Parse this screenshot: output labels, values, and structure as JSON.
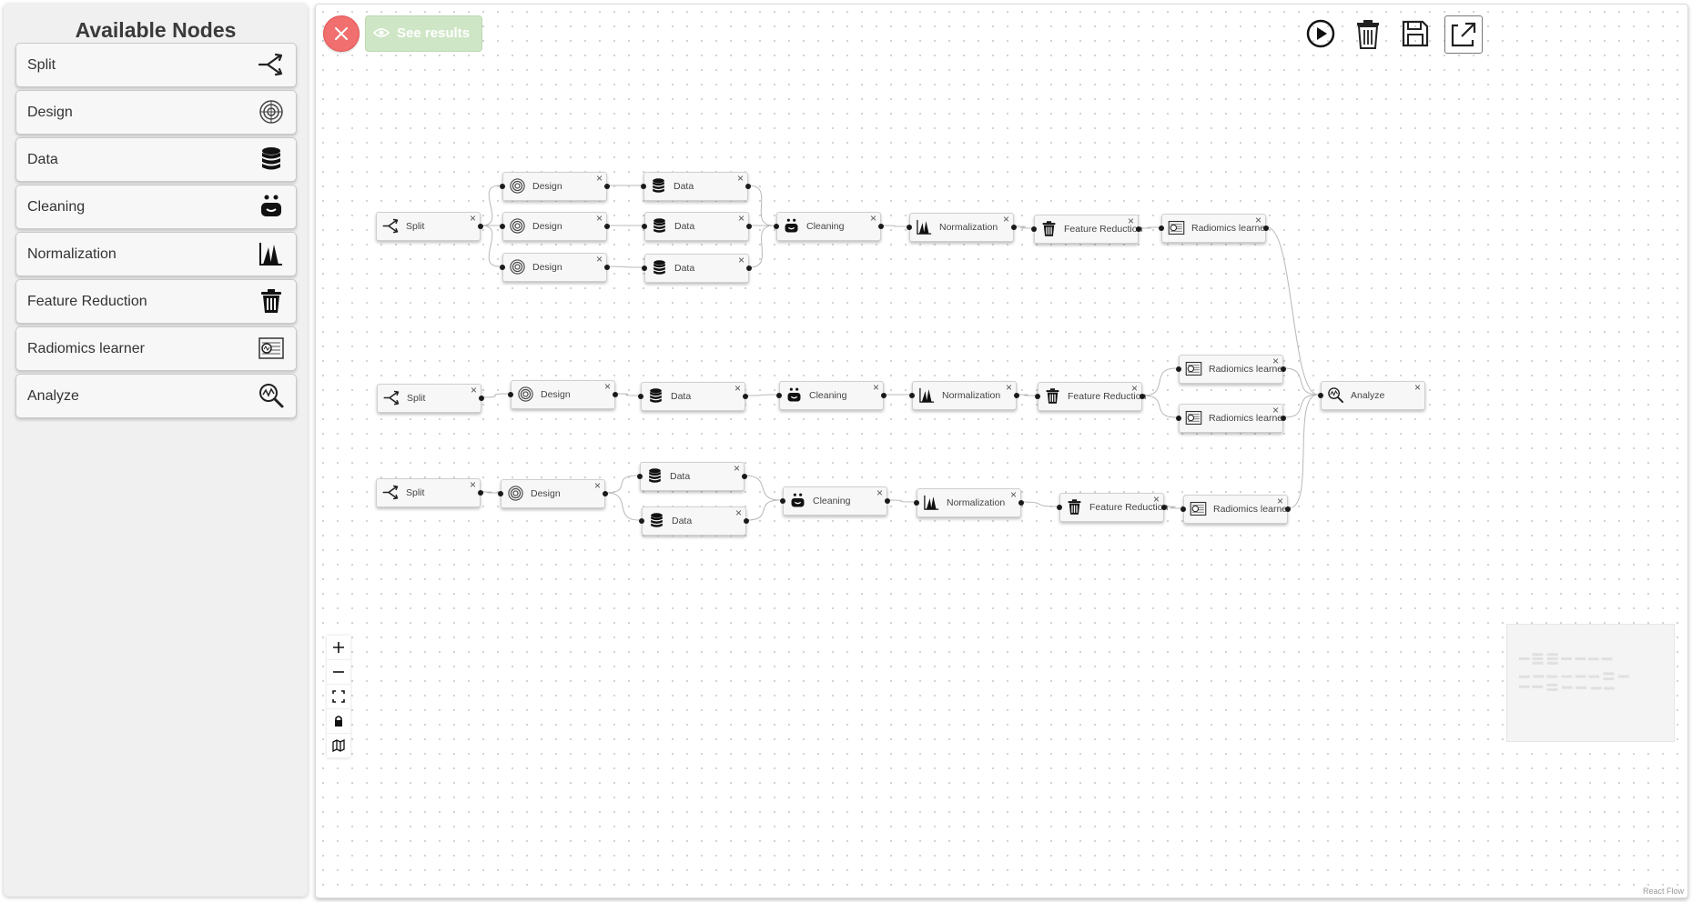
{
  "sidebar": {
    "title": "Available Nodes",
    "items": [
      {
        "label": "Split",
        "icon": "split-icon"
      },
      {
        "label": "Design",
        "icon": "design-icon"
      },
      {
        "label": "Data",
        "icon": "database-icon"
      },
      {
        "label": "Cleaning",
        "icon": "cleaning-icon"
      },
      {
        "label": "Normalization",
        "icon": "normalization-icon"
      },
      {
        "label": "Feature Reduction",
        "icon": "trash-icon"
      },
      {
        "label": "Radiomics learner",
        "icon": "radiomics-icon"
      },
      {
        "label": "Analyze",
        "icon": "analyze-icon"
      }
    ]
  },
  "toolbar": {
    "close_icon": "close-icon",
    "see_results_label": "See results",
    "run_icon": "play-icon",
    "delete_icon": "trash-icon",
    "save_icon": "save-icon",
    "expand_icon": "expand-icon"
  },
  "colors": {
    "close_button": "#f16f6f",
    "see_results_disabled": "#cfe6c6",
    "edge": "#b8b8b8",
    "handle": "#1a1a1a"
  },
  "flow": {
    "nodes": [
      {
        "id": "n1",
        "type": "split",
        "label": "Split"
      },
      {
        "id": "n2",
        "type": "design",
        "label": "Design"
      },
      {
        "id": "n3",
        "type": "design",
        "label": "Design"
      },
      {
        "id": "n4",
        "type": "design",
        "label": "Design"
      },
      {
        "id": "n5",
        "type": "data",
        "label": "Data"
      },
      {
        "id": "n6",
        "type": "data",
        "label": "Data"
      },
      {
        "id": "n7",
        "type": "data",
        "label": "Data"
      },
      {
        "id": "n8",
        "type": "cleaning",
        "label": "Cleaning"
      },
      {
        "id": "n9",
        "type": "normalization",
        "label": "Normalization"
      },
      {
        "id": "n10",
        "type": "feature",
        "label": "Feature Reduction"
      },
      {
        "id": "n11",
        "type": "radiomics",
        "label": "Radiomics learner"
      },
      {
        "id": "n12",
        "type": "analyze",
        "label": "Analyze"
      },
      {
        "id": "n13",
        "type": "split",
        "label": "Split"
      },
      {
        "id": "n14",
        "type": "design",
        "label": "Design"
      },
      {
        "id": "n15",
        "type": "data",
        "label": "Data"
      },
      {
        "id": "n16",
        "type": "cleaning",
        "label": "Cleaning"
      },
      {
        "id": "n17",
        "type": "normalization",
        "label": "Normalization"
      },
      {
        "id": "n18",
        "type": "feature",
        "label": "Feature Reduction"
      },
      {
        "id": "n19",
        "type": "radiomics",
        "label": "Radiomics learner"
      },
      {
        "id": "n20",
        "type": "radiomics",
        "label": "Radiomics learner"
      },
      {
        "id": "n21",
        "type": "split",
        "label": "Split"
      },
      {
        "id": "n22",
        "type": "design",
        "label": "Design"
      },
      {
        "id": "n23",
        "type": "data",
        "label": "Data"
      },
      {
        "id": "n24",
        "type": "data",
        "label": "Data"
      },
      {
        "id": "n25",
        "type": "cleaning",
        "label": "Cleaning"
      },
      {
        "id": "n26",
        "type": "normalization",
        "label": "Normalization"
      },
      {
        "id": "n27",
        "type": "feature",
        "label": "Feature Reduction"
      },
      {
        "id": "n28",
        "type": "radiomics",
        "label": "Radiomics learner"
      }
    ],
    "edges": [
      [
        "n1",
        "n2"
      ],
      [
        "n1",
        "n3"
      ],
      [
        "n1",
        "n4"
      ],
      [
        "n2",
        "n5"
      ],
      [
        "n3",
        "n6"
      ],
      [
        "n4",
        "n7"
      ],
      [
        "n5",
        "n8"
      ],
      [
        "n6",
        "n8"
      ],
      [
        "n7",
        "n8"
      ],
      [
        "n8",
        "n9"
      ],
      [
        "n9",
        "n10"
      ],
      [
        "n10",
        "n11"
      ],
      [
        "n11",
        "n12"
      ],
      [
        "n13",
        "n14"
      ],
      [
        "n14",
        "n15"
      ],
      [
        "n15",
        "n16"
      ],
      [
        "n16",
        "n17"
      ],
      [
        "n17",
        "n18"
      ],
      [
        "n18",
        "n19"
      ],
      [
        "n18",
        "n20"
      ],
      [
        "n19",
        "n12"
      ],
      [
        "n20",
        "n12"
      ],
      [
        "n21",
        "n22"
      ],
      [
        "n22",
        "n23"
      ],
      [
        "n22",
        "n24"
      ],
      [
        "n23",
        "n25"
      ],
      [
        "n24",
        "n25"
      ],
      [
        "n25",
        "n26"
      ],
      [
        "n26",
        "n27"
      ],
      [
        "n27",
        "n28"
      ],
      [
        "n28",
        "n12"
      ]
    ]
  },
  "controls": {
    "zoom_in_icon": "plus-icon",
    "zoom_out_icon": "minus-icon",
    "fit_view_icon": "fit-view-icon",
    "lock_icon": "lock-icon",
    "minimap_icon": "map-icon"
  },
  "attribution": "React Flow"
}
